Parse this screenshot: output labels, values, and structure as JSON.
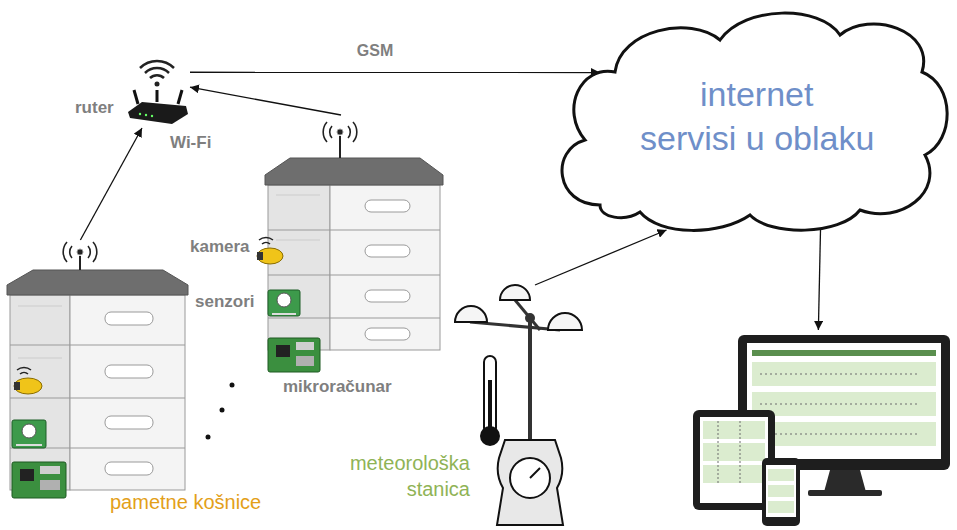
{
  "diagram": {
    "nodes": [
      {
        "text": [
          "ruter"
        ]
      },
      {
        "text": [
          "kamera",
          "senzori",
          "mikroračunar"
        ]
      },
      {
        "text": [
          "pametne košnice"
        ]
      },
      {
        "text": [
          "internet servisi u oblaku"
        ]
      },
      {
        "text": [
          "meteorološka stanica"
        ]
      },
      {
        "text": []
      }
    ],
    "edges": [
      {
        "from": 2,
        "to": 0,
        "arrow": "to"
      },
      {
        "from": 1,
        "to": 0,
        "arrow": "to"
      },
      {
        "from": 0,
        "to": 3,
        "label": "GSM",
        "arrow": "to"
      },
      {
        "from": 4,
        "to": 3,
        "arrow": "to"
      },
      {
        "from": 3,
        "to": 5,
        "arrow": "to"
      }
    ],
    "labels": [
      "Wi-Fi"
    ]
  }
}
